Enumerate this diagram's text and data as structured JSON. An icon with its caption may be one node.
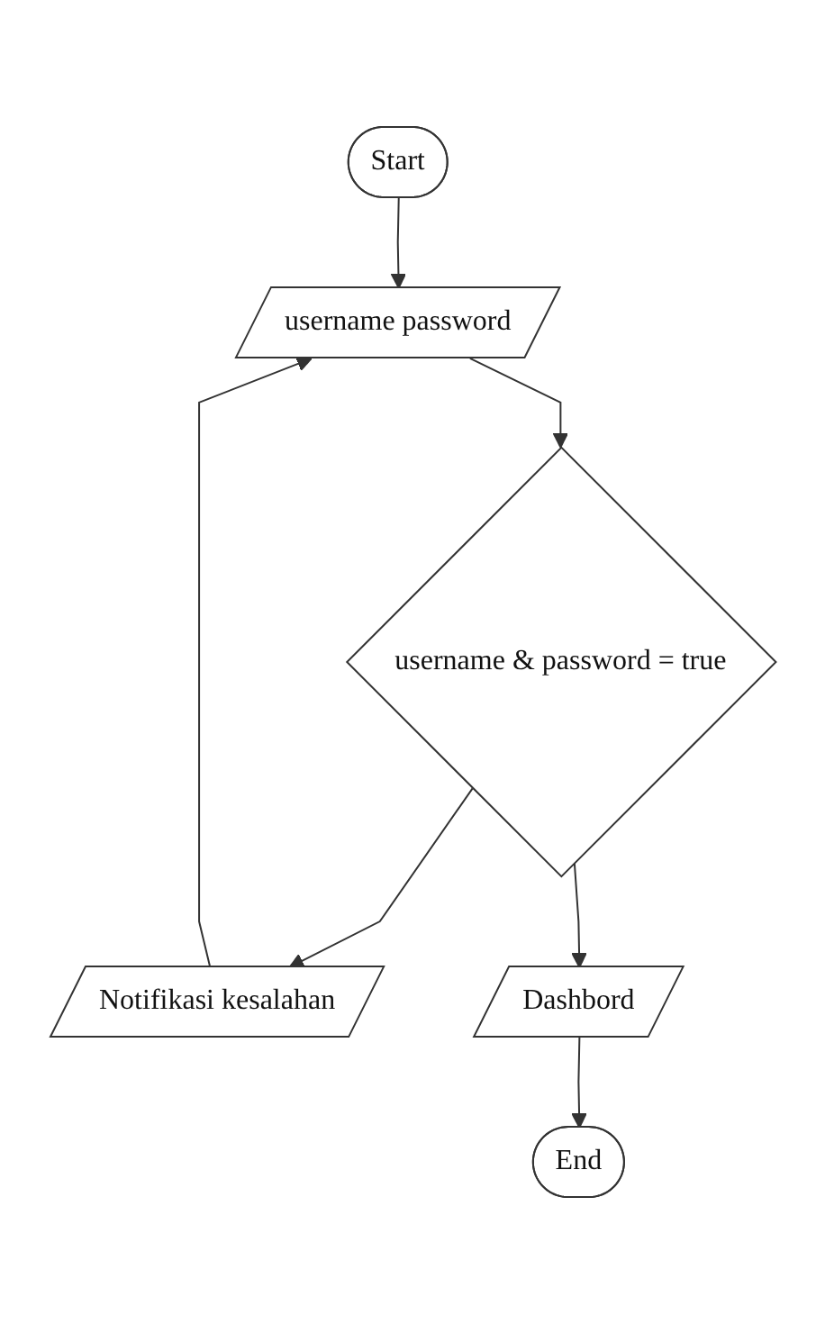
{
  "diagram": {
    "nodes": [
      {
        "text": [
          "Start"
        ]
      },
      {
        "text": [
          "username password"
        ]
      },
      {
        "text": [
          "username & password = true"
        ]
      },
      {
        "text": [
          "Notifikasi kesalahan"
        ]
      },
      {
        "text": [
          "Dashbord"
        ]
      },
      {
        "text": [
          "End"
        ]
      }
    ],
    "edges": [
      {
        "from": 0,
        "to": 1,
        "arrow": "to"
      },
      {
        "from": 1,
        "to": 2,
        "arrow": "to"
      },
      {
        "from": 2,
        "to": 3,
        "arrow": "to"
      },
      {
        "from": 3,
        "to": 1,
        "arrow": "to"
      },
      {
        "from": 2,
        "to": 4,
        "arrow": "to"
      },
      {
        "from": 4,
        "to": 5,
        "arrow": "to"
      }
    ]
  }
}
